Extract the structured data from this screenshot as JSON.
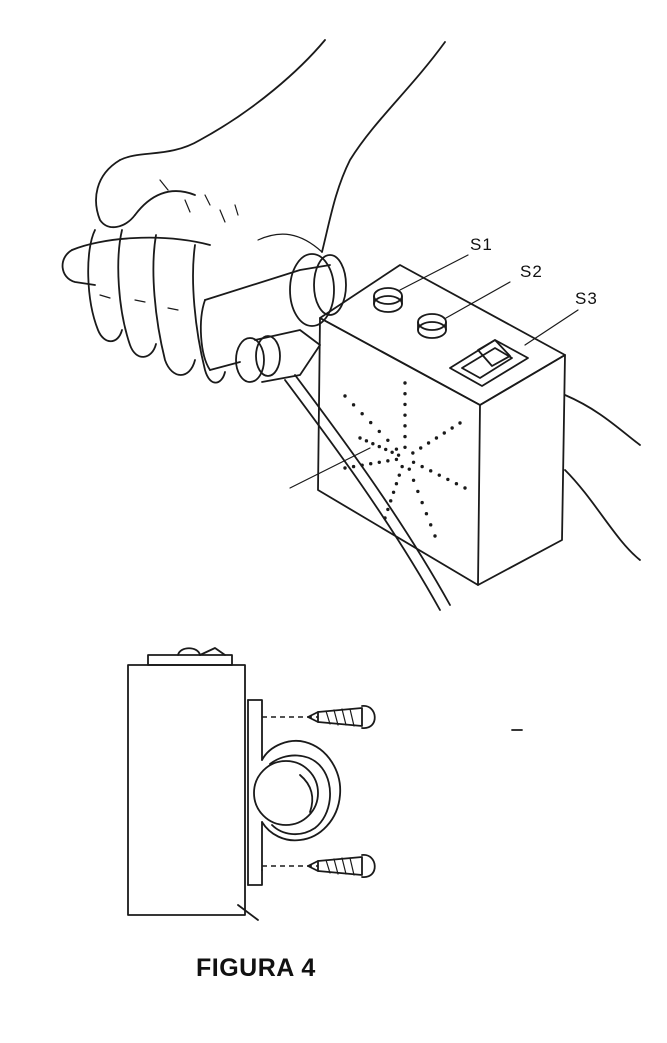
{
  "figure": {
    "caption": "FIGURA 4",
    "labels": {
      "s1": "S1",
      "s2": "S2",
      "s3": "S3"
    }
  },
  "colors": {
    "ink": "#1a1a1a",
    "paper": "#ffffff"
  }
}
